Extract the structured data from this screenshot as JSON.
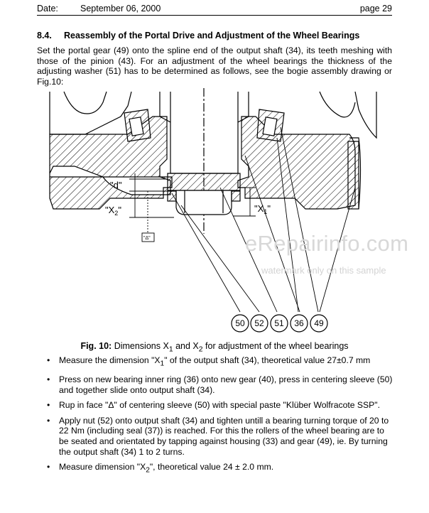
{
  "header": {
    "date_label": "Date:",
    "date_value": "September 06, 2000",
    "page": "page 29"
  },
  "section": {
    "number": "8.4.",
    "title": "Reassembly of the Portal Drive and Adjustment of the Wheel Bearings"
  },
  "intro": "Set the portal gear (49) onto the spline end of the output shaft (34), its teeth meshing with those of the pinion (43). For an adjustment of the wheel bearings the thickness of the adjusting washer (51) has to be determined as follows, see the bogie assembly drawing or Fig.10:",
  "figure": {
    "dim_d": "\"d\"",
    "dim_x2": "\"X",
    "dim_x2_sub": "2",
    "dim_x2_end": "\"",
    "dim_x1": "\"X",
    "dim_x1_sub": "1",
    "dim_x1_end": "\"",
    "delta_box": "\"Δ\"",
    "callouts": [
      "50",
      "52",
      "51",
      "36",
      "49"
    ]
  },
  "caption": {
    "label": "Fig. 10:",
    "text_a": " Dimensions X",
    "sub1": "1",
    "text_b": " and X",
    "sub2": "2",
    "text_c": " for adjustment of the wheel bearings"
  },
  "bullets": {
    "b1_a": "Measure the dimension \"X",
    "b1_sub": "1",
    "b1_b": "\" of the output shaft (34), theoretical value 27±0.7 mm",
    "b2": "Press on new bearing inner ring (36) onto new gear (40), press in centering sleeve (50) and together slide onto output shaft (34).",
    "b3": "Rup in face \"Δ\" of centering sleeve (50) with special paste \"Klüber Wolfracote SSP\".",
    "b4": "Apply nut (52) onto output shaft (34) and tighten untill a bearing turning torque of 20 to 22 Nm (including seal (37)) is reached. For this the rollers of the wheel bearing are to be seated and orientated by tapping against housing (33) and gear (49), ie. By turning the output shaft (34) 1 to 2 turns.",
    "b5_a": "Measure dimension \"X",
    "b5_sub": "2",
    "b5_b": "\", theoretical value 24 ± 2.0 mm."
  },
  "watermark": {
    "main": "eRepairinfo.com",
    "sub": "watermark only on this sample"
  }
}
